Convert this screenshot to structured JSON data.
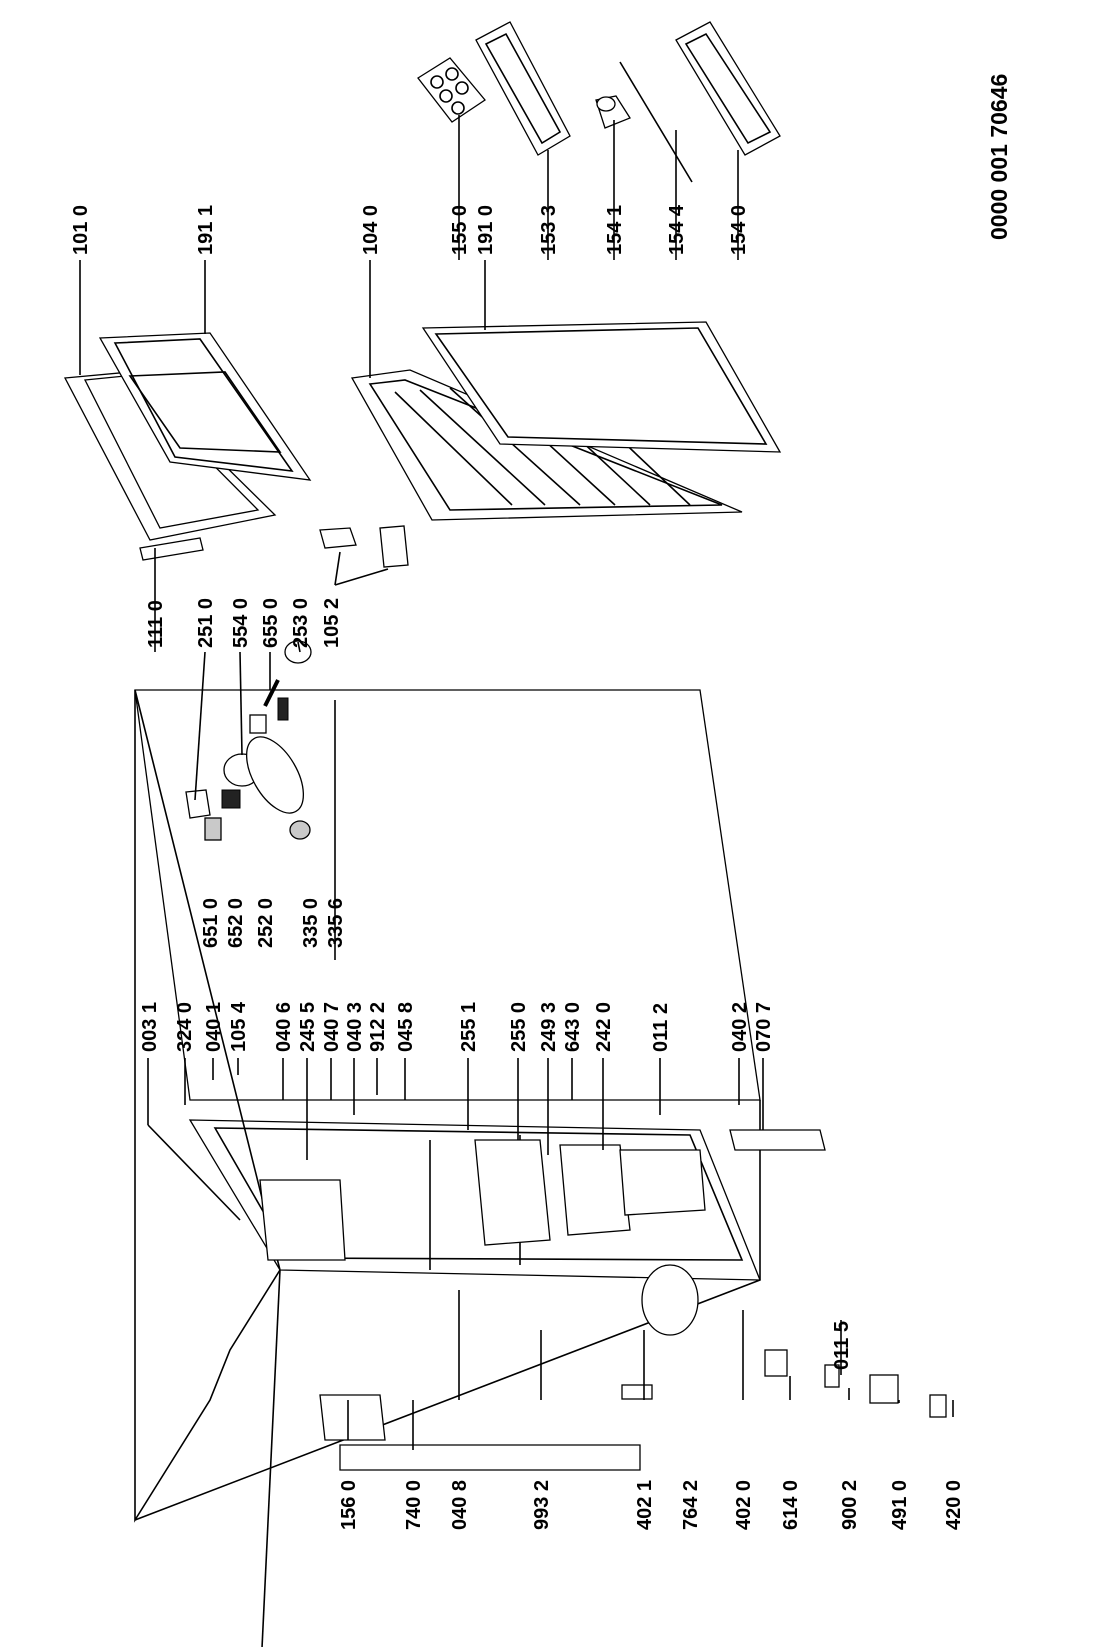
{
  "document_number": "0000  001 70646",
  "labels": {
    "l1010": "101 0",
    "l1911": "191 1",
    "l1040": "104 0",
    "l1550": "155 0",
    "l1910": "191 0",
    "l1533": "153 3",
    "l1541": "154 1",
    "l1544": "154 4",
    "l1540": "154 0",
    "l1110": "111 0",
    "l2510": "251 0",
    "l5540": "554 0",
    "l6550": "655 0",
    "l2530": "253 0",
    "l1052": "105 2",
    "l6510": "651 0",
    "l6520": "652 0",
    "l2520": "252 0",
    "l3350": "335 0",
    "l3356": "335 6",
    "l0031": "003 1",
    "l3240": "324 0",
    "l0401": "040 1",
    "l1054": "105 4",
    "l0406": "040 6",
    "l2455": "245 5",
    "l0407": "040 7",
    "l0403": "040 3",
    "l9122": "912 2",
    "l0458": "045 8",
    "l2551": "255 1",
    "l2550": "255 0",
    "l2493": "249 3",
    "l6430": "643 0",
    "l2420": "242 0",
    "l0112": "011 2",
    "l0402": "040 2",
    "l0707": "070 7",
    "l0115": "011 5",
    "l1560": "156 0",
    "l7400": "740 0",
    "l0408": "040 8",
    "l9932": "993 2",
    "l4021": "402 1",
    "l7642": "764 2",
    "l4020": "402 0",
    "l6140": "614 0",
    "l9002": "900 2",
    "l4910": "491 0",
    "l4200": "420 0"
  }
}
